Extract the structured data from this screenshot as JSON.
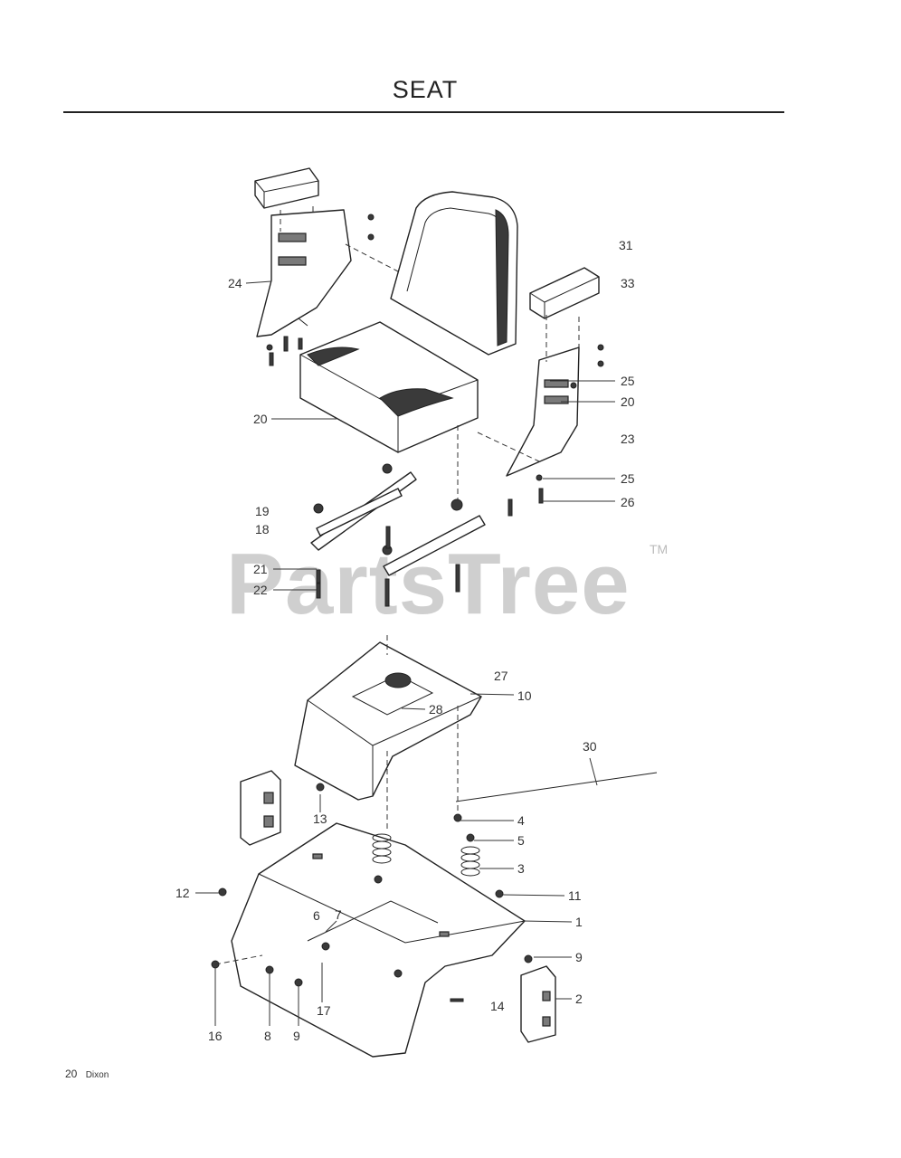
{
  "page": {
    "title": "SEAT",
    "page_number": "20",
    "brand": "Dixon"
  },
  "watermark": {
    "text": "PartsTree",
    "trademark": "TM"
  },
  "callouts": [
    "31",
    "33",
    "24",
    "25",
    "20",
    "20",
    "23",
    "25",
    "26",
    "19",
    "18",
    "21",
    "22",
    "27",
    "10",
    "28",
    "30",
    "13",
    "4",
    "5",
    "3",
    "12",
    "11",
    "6",
    "7",
    "1",
    "9",
    "2",
    "14",
    "17",
    "16",
    "8",
    "9"
  ]
}
